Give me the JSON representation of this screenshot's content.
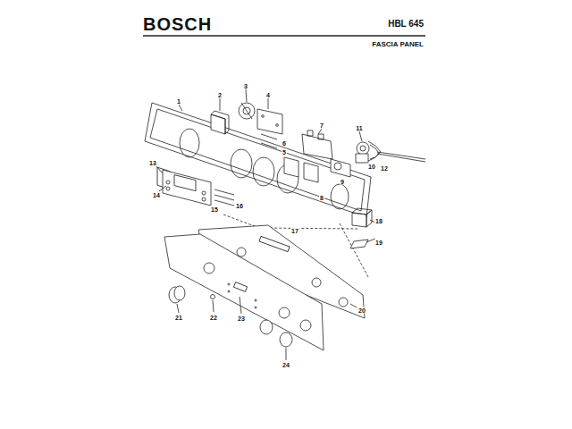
{
  "diagram": {
    "labels": [
      "BOSCH",
      "HBL 645",
      "FASCIA PANEL",
      "1",
      "2",
      "3",
      "4",
      "5",
      "6",
      "7",
      "8",
      "9",
      "10",
      "11",
      "12",
      "13",
      "14",
      "15",
      "16",
      "17",
      "18",
      "19",
      "20",
      "21",
      "22",
      "23",
      "24"
    ]
  }
}
